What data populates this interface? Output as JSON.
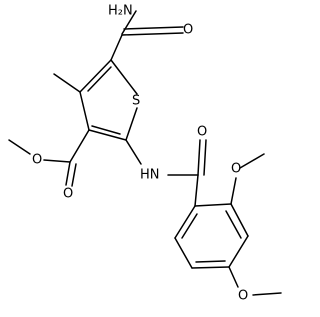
{
  "labels": {
    "amine": "H₂N",
    "carbonyl_o_amide": "O",
    "thiophene_s": "S",
    "ester_o_single": "O",
    "ester_o_double": "O",
    "amide_nh": "HN",
    "benzoyl_o": "O",
    "methoxy_o_2": "O",
    "methoxy_o_4": "O"
  },
  "colors": {
    "bond": "#000000",
    "text": "#000000",
    "background": "#ffffff"
  }
}
